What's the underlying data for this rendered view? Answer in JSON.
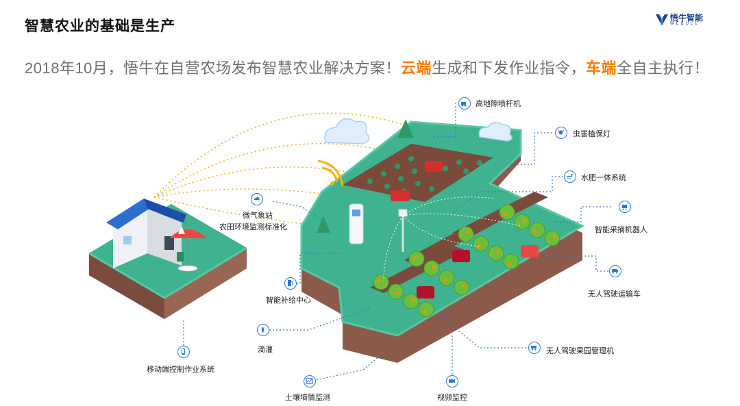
{
  "header": {
    "title": "智慧农业的基础是生产",
    "logo_text": "悟牛智能",
    "logo_sub": "WEBULL"
  },
  "subtitle": {
    "part1": "2018年10月，悟牛在自营农场发布智慧农业解决方案！",
    "hl1": "云端",
    "part2": "生成和下发作业指令，",
    "hl2": "车端",
    "part3": "全自主执行！"
  },
  "colors": {
    "accent": "#ff7a00",
    "brand": "#1f3f8f",
    "callout": "#2e78d6",
    "grass": "#3fb38f",
    "soil": "#8b5a4a"
  },
  "labels": {
    "high_sprayer": "高地隙喷杆机",
    "pest_lamp": "虫害植保灯",
    "fertigation": "水肥一体系统",
    "picking_robot": "智能采摘机器人",
    "weather_station_1": "微气象站",
    "weather_station_2": "农田环境监测标准化",
    "refuel_center": "智能补给中心",
    "transport_vehicle": "无人驾驶运输车",
    "drip_irrigation": "滴灌",
    "orchard_machine": "无人驾驶果园管理机",
    "mobile_control": "移动端控制作业系统",
    "soil_monitor": "土壤墒情监测",
    "video_monitor": "视频监控"
  }
}
